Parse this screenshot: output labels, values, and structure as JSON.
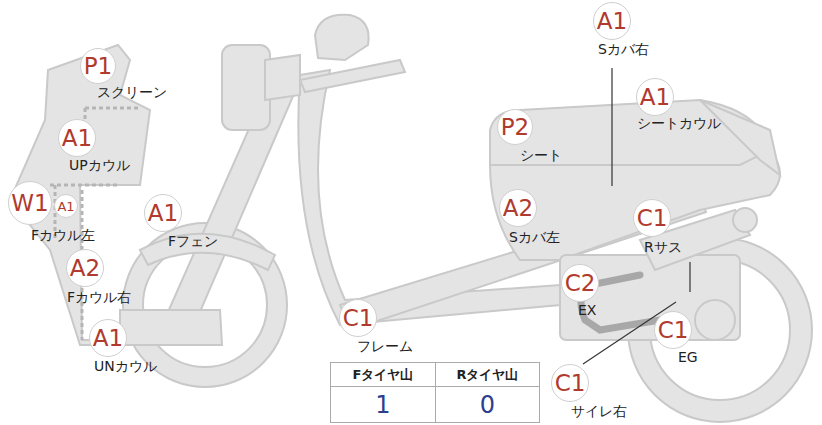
{
  "diagram": {
    "nodes": [
      {
        "text": [
          "P1",
          "スクリーン"
        ]
      },
      {
        "text": [
          "A1",
          "Sカバ右"
        ]
      },
      {
        "text": [
          "A1",
          "シートカウル"
        ]
      },
      {
        "text": [
          "P2",
          "シート"
        ]
      },
      {
        "text": [
          "A1",
          "UPカウル"
        ]
      },
      {
        "text": [
          "W1"
        ]
      },
      {
        "text": [
          "A1",
          "Fカウル左"
        ]
      },
      {
        "text": [
          "A1",
          "Fフェン"
        ]
      },
      {
        "text": [
          "A2",
          "Sカバ左"
        ]
      },
      {
        "text": [
          "C1",
          "Rサス"
        ]
      },
      {
        "text": [
          "A2",
          "Fカウル右"
        ]
      },
      {
        "text": [
          "C2",
          "EX"
        ]
      },
      {
        "text": [
          "C1",
          "フレーム"
        ]
      },
      {
        "text": [
          "A1",
          "UNカウル"
        ]
      },
      {
        "text": [
          "C1",
          "EG"
        ]
      },
      {
        "text": [
          "C1",
          "サイレ右"
        ]
      }
    ],
    "edges": [],
    "labels": [
      "Fタイヤ山",
      "Rタイヤ山",
      "1",
      "0"
    ]
  }
}
